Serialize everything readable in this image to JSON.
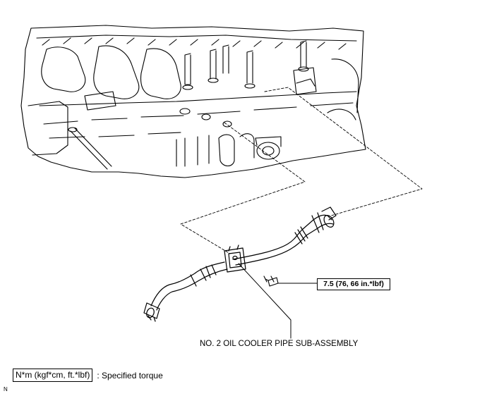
{
  "callouts": {
    "torque_value": "7.5 (76, 66 in.*lbf)",
    "part_name": "NO. 2 OIL COOLER PIPE SUB-ASSEMBLY"
  },
  "legend": {
    "unit_box": "N*m (kgf*cm, ft.*lbf)",
    "description": ": Specified torque"
  },
  "corner_mark": "N"
}
